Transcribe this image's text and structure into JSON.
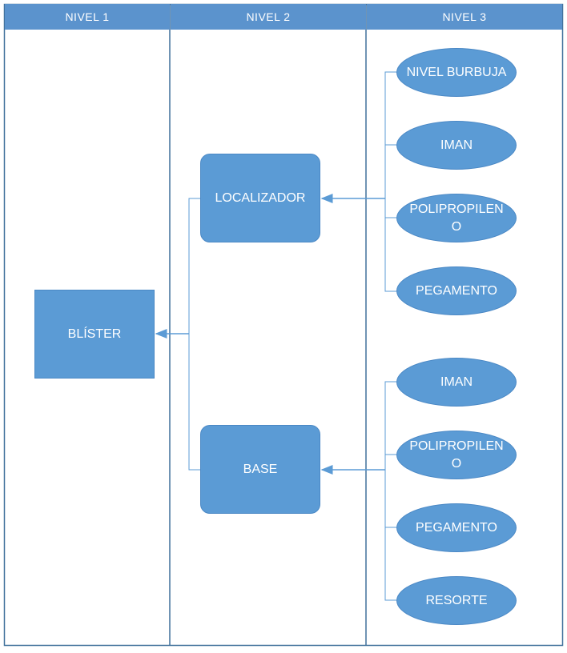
{
  "lanes": [
    {
      "label": "NIVEL 1"
    },
    {
      "label": "NIVEL 2"
    },
    {
      "label": "NIVEL 3"
    }
  ],
  "level1": {
    "label": "BLÍSTER"
  },
  "level2": [
    {
      "label": "LOCALIZADOR"
    },
    {
      "label": "BASE"
    }
  ],
  "level3": {
    "localizador": [
      {
        "label": "NIVEL BURBUJA"
      },
      {
        "label": "IMAN"
      },
      {
        "label": "POLIPROPILEN O"
      },
      {
        "label": "PEGAMENTO"
      }
    ],
    "base": [
      {
        "label": "IMAN"
      },
      {
        "label": "POLIPROPILEN O"
      },
      {
        "label": "PEGAMENTO"
      },
      {
        "label": "RESORTE"
      }
    ]
  },
  "colors": {
    "header": "#5b93cd",
    "node": "#5b9bd5",
    "connector": "#5b9bd5",
    "lane_border": "#41719c"
  }
}
